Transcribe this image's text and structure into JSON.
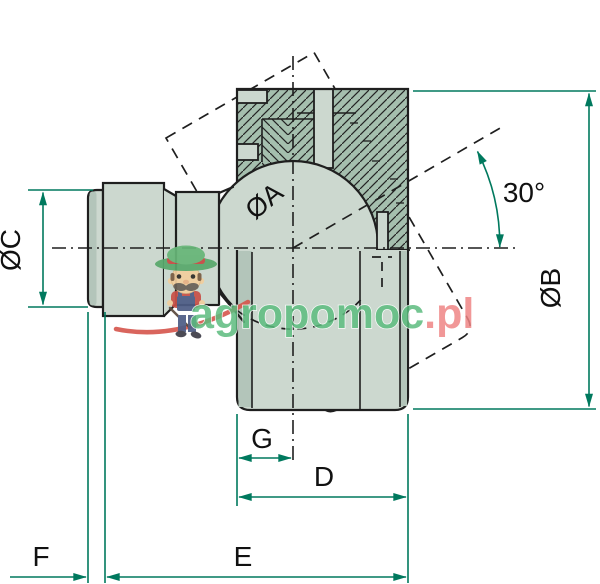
{
  "drawing": {
    "labels": {
      "diameter_a": "ØA",
      "diameter_b": "ØB",
      "diameter_c": "ØC",
      "tilt_angle": "30°",
      "dim_g": "G",
      "dim_d": "D",
      "dim_e": "E",
      "dim_f": "F"
    }
  },
  "watermark": {
    "brand": "agropomoc",
    "domain_suffix": ".pl",
    "mascot": "farmer-with-green-hat-and-mustache"
  },
  "colors": {
    "outline": "#1f1f1f",
    "part_fill": "#ccd8cf",
    "part_shade": "#b3c5ba",
    "hatch_fill": "#a5bfae",
    "dimension": "#00795e",
    "label_text": "#111111",
    "watermark_green": "#5cbc7e",
    "watermark_red": "#ef8585",
    "swoosh_red": "#d5544b"
  }
}
